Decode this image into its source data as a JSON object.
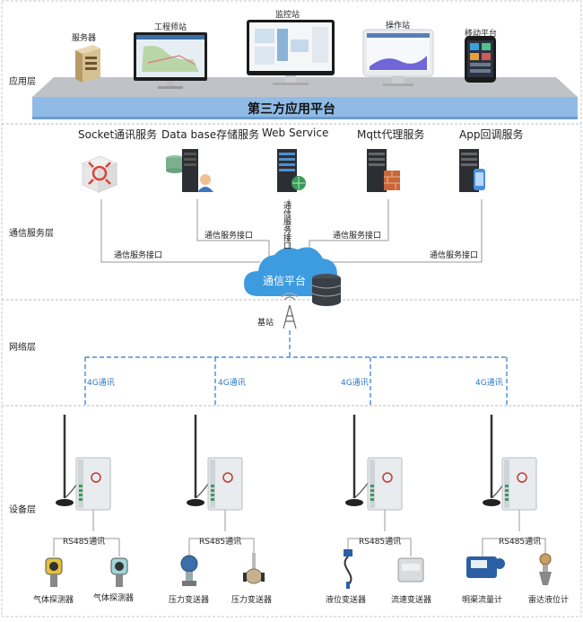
{
  "layers": {
    "app": "应用层",
    "comm": "通信服务层",
    "network": "网络层",
    "device": "设备层"
  },
  "app_nodes": [
    "服务器",
    "工程师站",
    "监控站",
    "操作站",
    "移动平台"
  ],
  "platform_title": "第三方应用平台",
  "services": [
    "Socket通讯服务",
    "Data base存储服务",
    "Web Service",
    "Mqtt代理服务",
    "App回调服务"
  ],
  "interface_label": "通信服务接口",
  "cloud_label": "通信平台",
  "base_station": "基站",
  "network_label": "4G通讯",
  "rs485_label": "RS485通讯",
  "devices": [
    "气体探测器",
    "气体探测器",
    "压力变送器",
    "压力变送器",
    "液位变送器",
    "流速变送器",
    "明渠流量计",
    "雷达液位计"
  ],
  "colors": {
    "platform_top": "#bfc3c8",
    "platform_band": "#8fbbe6",
    "cloud": "#3d9be0",
    "dashed_blue": "#2b78c5",
    "divider": "#b9b9b9"
  }
}
